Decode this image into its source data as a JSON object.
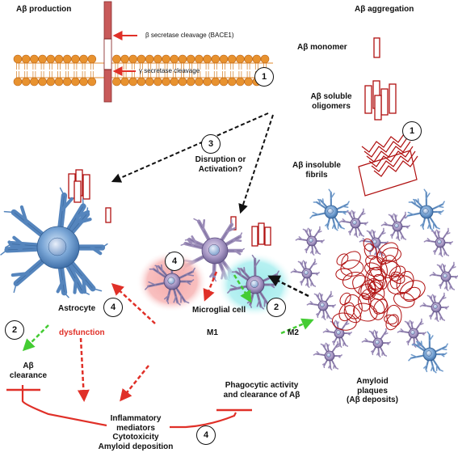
{
  "titles": {
    "production": "Aβ production",
    "aggregation": "Aβ aggregation"
  },
  "membrane": {
    "beta_cleavage": "β secretase cleavage (BACE1)",
    "gamma_cleavage": "γ secretase cleavage"
  },
  "aggregation": {
    "monomer": "Aβ monomer",
    "oligomers_line1": "Aβ soluble",
    "oligomers_line2": "oligomers",
    "fibrils_line1": "Aβ insoluble",
    "fibrils_line2": "fibrils"
  },
  "question": {
    "line1": "Disruption or",
    "line2": "Activation?"
  },
  "cells": {
    "astrocyte": "Astrocyte",
    "microglial": "Microglial cell",
    "m1": "M1",
    "m2": "M2"
  },
  "labels": {
    "dysfunction": "dysfunction",
    "clearance_line1": "Aβ",
    "clearance_line2": "clearance",
    "phago_line1": "Phagocytic activity",
    "phago_line2": "and clearance of Aβ",
    "plaques_line1": "Amyloid",
    "plaques_line2": "plaques",
    "plaques_line3": "(Aβ deposits)",
    "infl_line1": "Inflammatory",
    "infl_line2": "mediators",
    "infl_line3": "Cytotoxicity",
    "infl_line4": "Amyloid deposition"
  },
  "steps": {
    "membrane": "1",
    "aggregation": "1",
    "question": "3",
    "microglia": "4",
    "astrocyte": "4",
    "m2_path": "2",
    "astro_clear": "2",
    "bottom": "4"
  },
  "colors": {
    "membrane_bead": "#e2892c",
    "app": "#c85a5a",
    "red_arrow": "#e03028",
    "green_arrow": "#44cc33",
    "astro": "#5585bd",
    "microglia": "#9b8cb8",
    "amyloid": "#b01010"
  }
}
